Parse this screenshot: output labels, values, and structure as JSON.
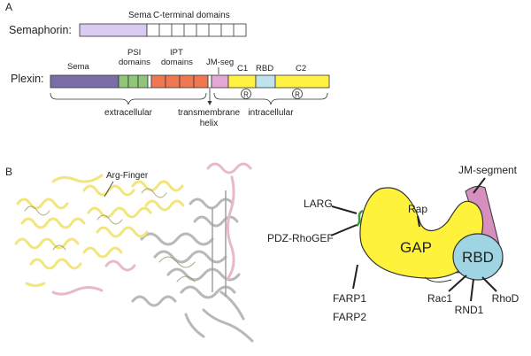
{
  "panels": {
    "a": "A",
    "b": "B"
  },
  "semaphorin": {
    "label": "Semaphorin:",
    "sema": "Sema",
    "c_terminal": "C-terminal domains"
  },
  "plexin": {
    "label": "Plexin:",
    "sema": "Sema",
    "psi_line1": "PSI",
    "psi_line2": "domains",
    "ipt_line1": "IPT",
    "ipt_line2": "domains",
    "jm_seg": "JM-seg",
    "c1": "C1",
    "rbd": "RBD",
    "c2": "C2",
    "r_marker": "R",
    "extracellular": "extracellular",
    "transmembrane_line1": "transmembrane",
    "transmembrane_line2": "helix",
    "intracellular": "intracellular"
  },
  "structure": {
    "arg_finger": "Arg-Finger"
  },
  "schematic": {
    "gap": "GAP",
    "rbd": "RBD",
    "rap": "Rap",
    "jm_segment": "JM-segment",
    "larg": "LARG",
    "pdz_rhogef": "PDZ-RhoGEF",
    "farp1": "FARP1",
    "farp2": "FARP2",
    "rac1": "Rac1",
    "rnd1": "RND1",
    "rhod": "RhoD"
  },
  "colors": {
    "sema_semaphorin": "#d9ccf0",
    "sema_plexin": "#7b6ea6",
    "psi": "#8fc77a",
    "ipt": "#f07850",
    "jm": "#e4a8d6",
    "cyto": "#fff241",
    "rbd": "#bfe3ee",
    "gap": "#fff23a",
    "rbd_circle": "#9fd4e3",
    "jm_segment": "#d68fbf"
  }
}
